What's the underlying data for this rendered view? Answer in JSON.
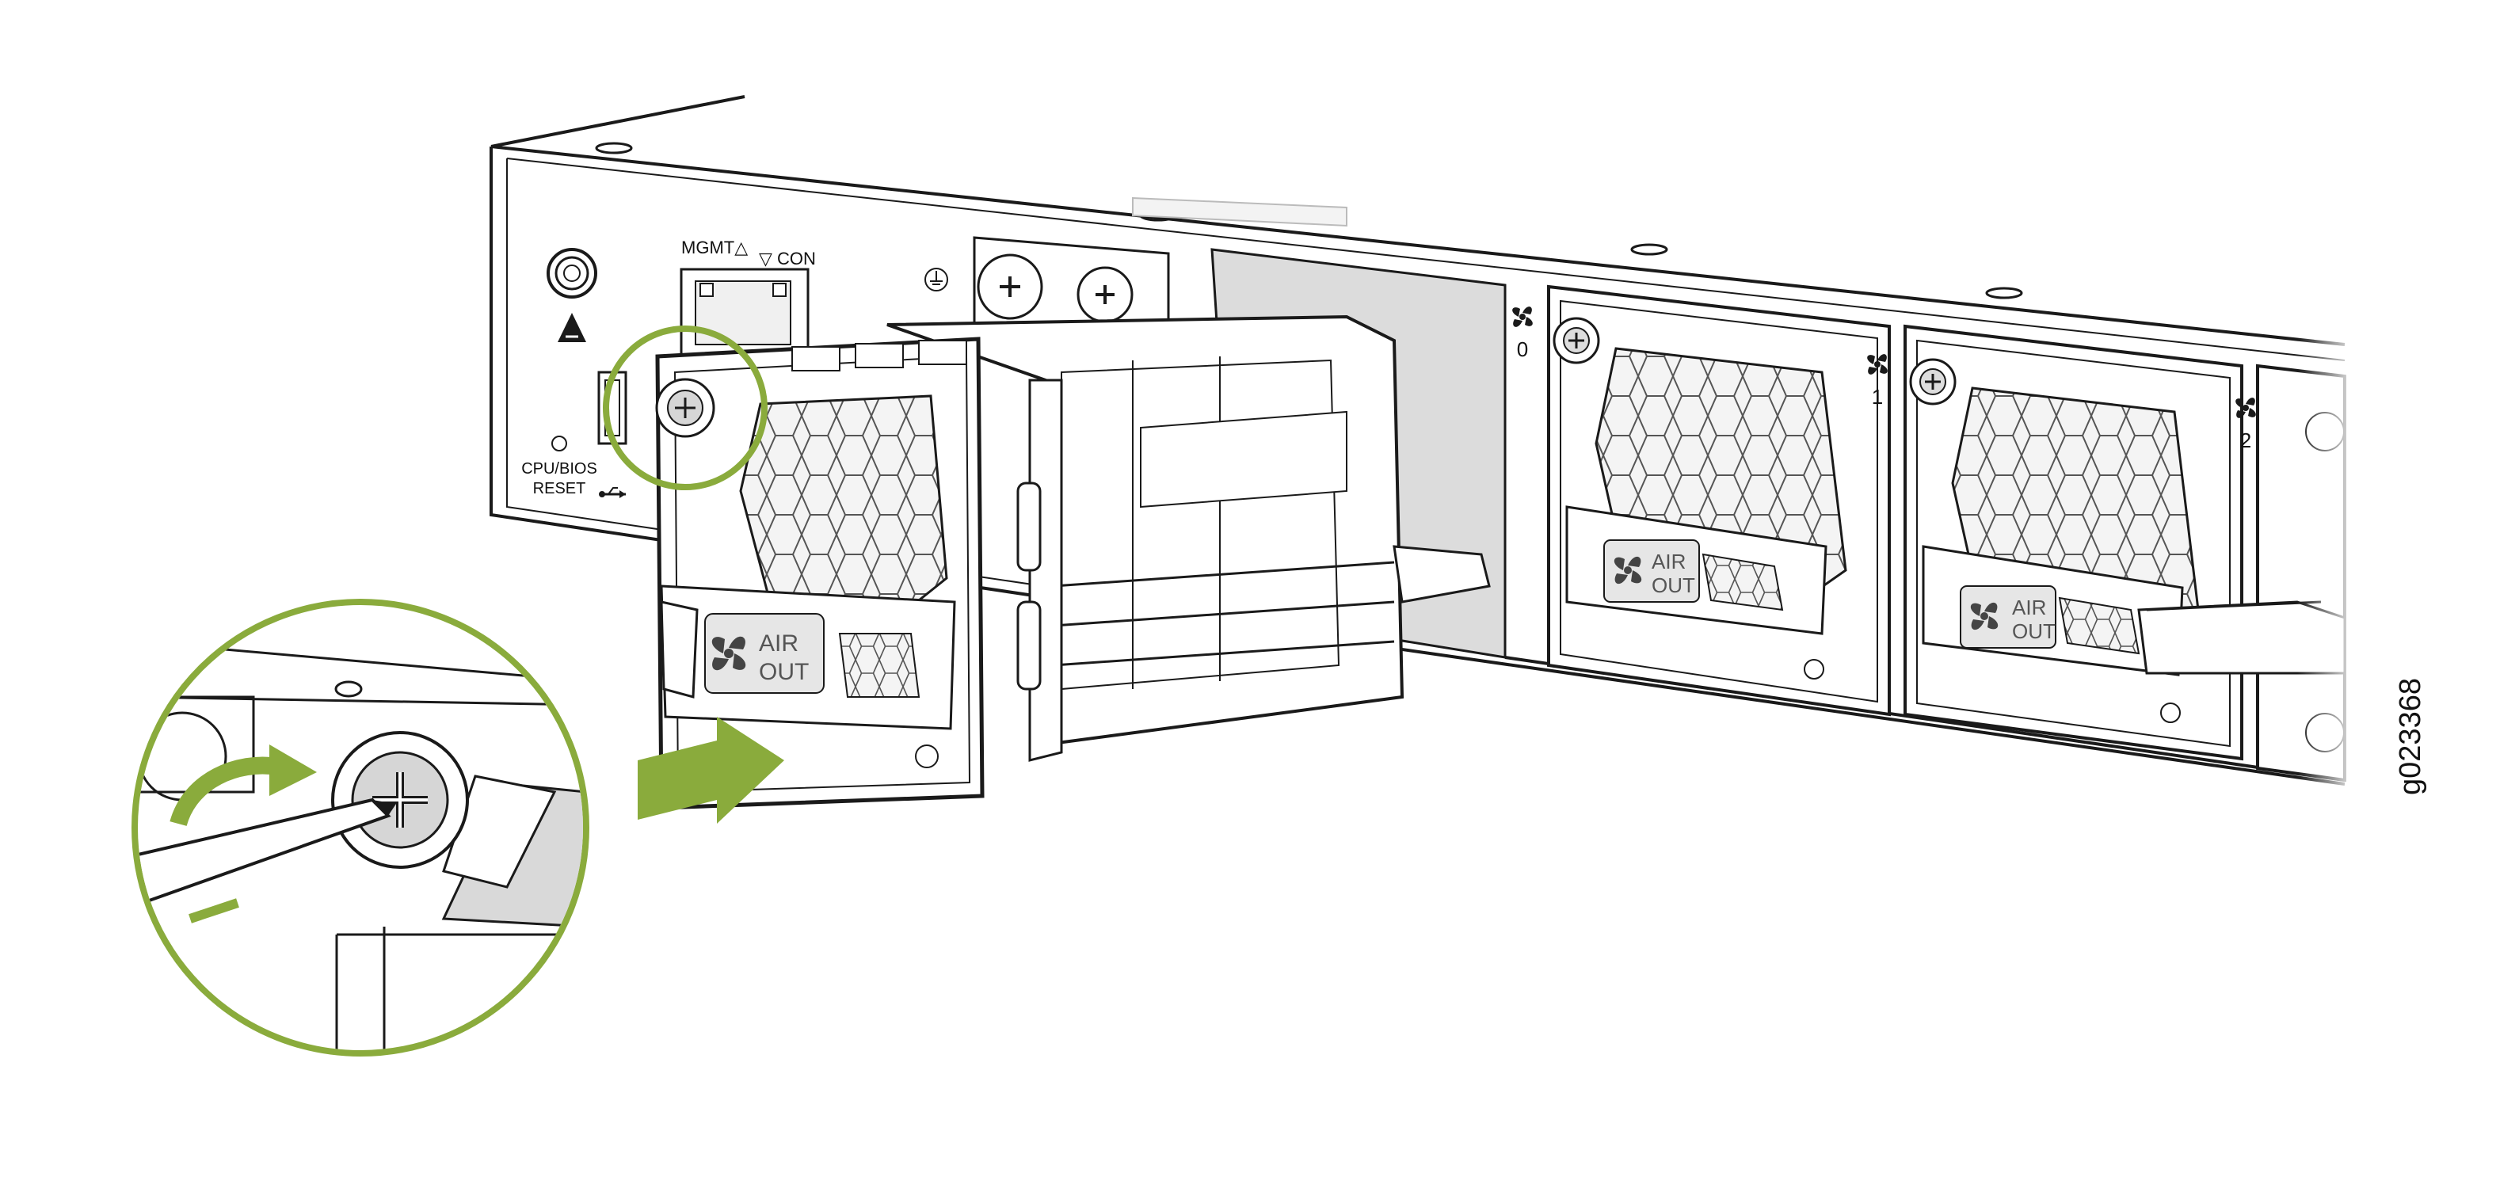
{
  "panel": {
    "mgmt_label": "MGMT△",
    "con_label": "▽ CON",
    "reset_label_line1": "CPU/BIOS",
    "reset_label_line2": "RESET"
  },
  "fan_slots": [
    {
      "number": "0",
      "air_line1": "AIR",
      "air_line2": "OUT"
    },
    {
      "number": "1",
      "air_line1": "AIR",
      "air_line2": "OUT"
    },
    {
      "number": "2"
    }
  ],
  "inserted_module": {
    "air_line1": "AIR",
    "air_line2": "OUT"
  },
  "figure_id": "g023368",
  "colors": {
    "accent_green": "#8aab3c",
    "line": "#1a1a1a",
    "gray_fill": "#d9d9d9",
    "light_fill": "#f2f2f2"
  },
  "icons": [
    "esd-warning-icon",
    "ground-icon",
    "usb-icon",
    "fan-icon",
    "screwdriver-icon",
    "rotate-arrow-icon",
    "insert-arrow-icon"
  ]
}
